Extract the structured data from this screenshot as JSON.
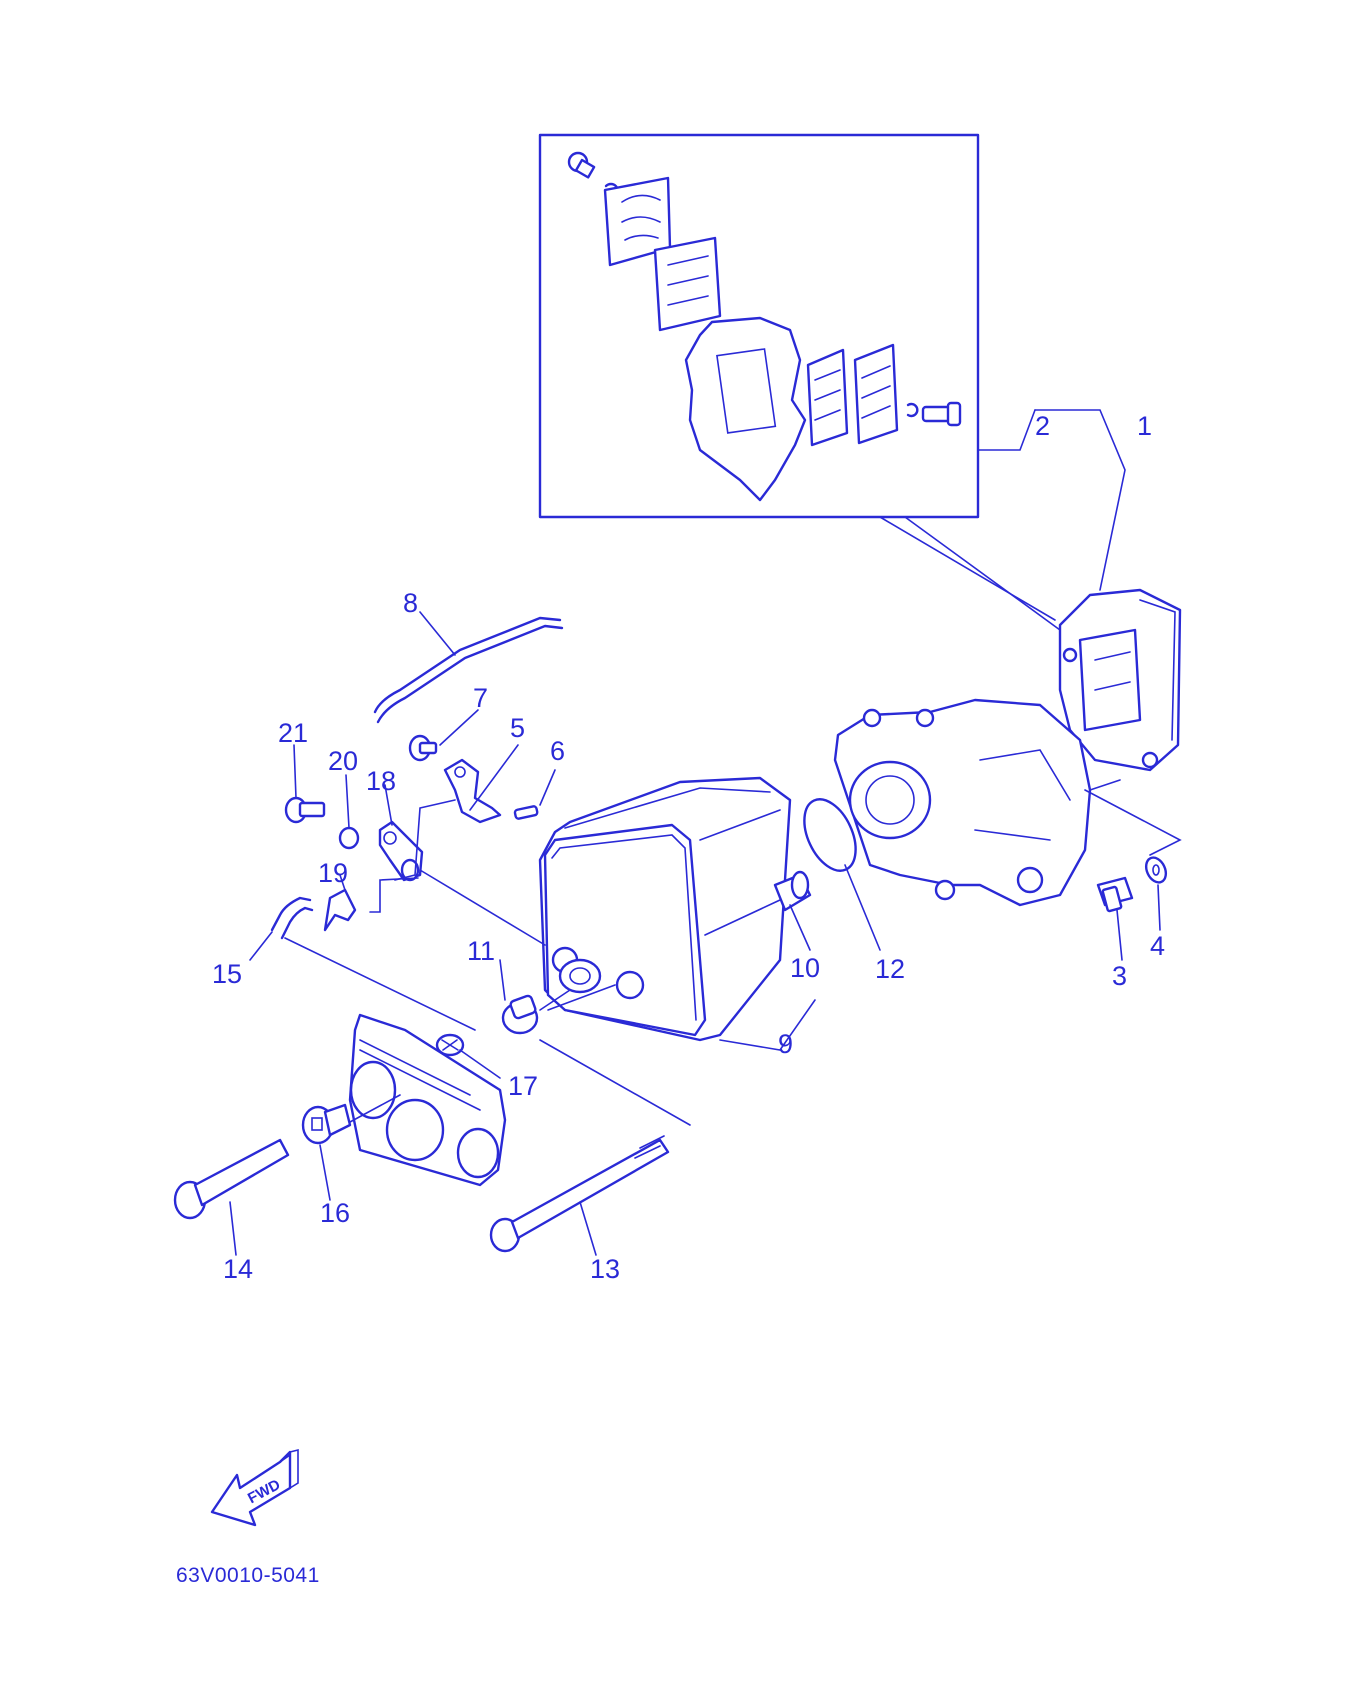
{
  "diagram": {
    "callouts": {
      "c1": "1",
      "c2": "2",
      "c3": "3",
      "c4": "4",
      "c5": "5",
      "c6": "6",
      "c7": "7",
      "c8": "8",
      "c9": "9",
      "c10": "10",
      "c11": "11",
      "c12": "12",
      "c13": "13",
      "c14": "14",
      "c15": "15",
      "c16": "16",
      "c17": "17",
      "c18": "18",
      "c19": "19",
      "c20": "20",
      "c21": "21"
    },
    "fwd_label": "FWD",
    "figure_code": "63V0010-5041",
    "line_color": "#2a2ad6"
  }
}
